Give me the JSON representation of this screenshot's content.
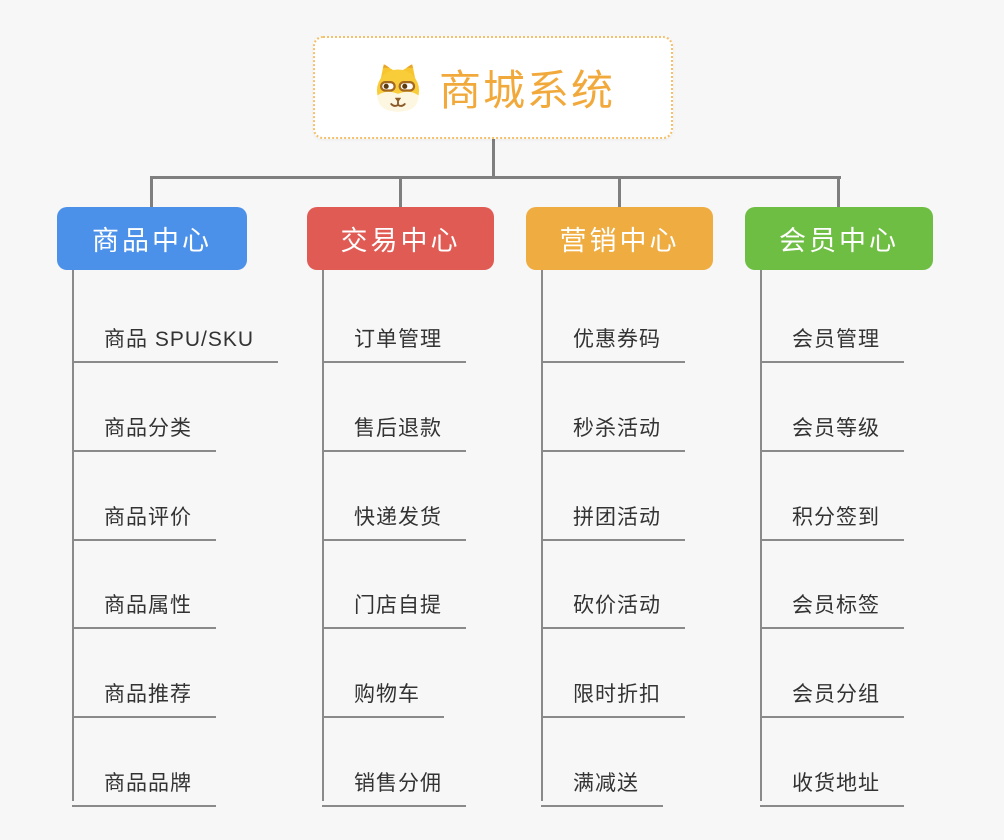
{
  "app": {
    "background_color": "#f7f7f7",
    "connector_color": "#7f7f7f",
    "leaf_line_color": "#8a8a8a",
    "leaf_text_color": "#333333"
  },
  "root": {
    "label": "商城系统",
    "icon": "shiba-dog-icon",
    "text_color": "#f2a93b",
    "border_color": "#f6c06a",
    "background": "#ffffff"
  },
  "branches": [
    {
      "label": "商品中心",
      "color": "#4b91e9",
      "children": [
        "商品 SPU/SKU",
        "商品分类",
        "商品评价",
        "商品属性",
        "商品推荐",
        "商品品牌"
      ]
    },
    {
      "label": "交易中心",
      "color": "#e15b55",
      "children": [
        "订单管理",
        "售后退款",
        "快递发货",
        "门店自提",
        "购物车",
        "销售分佣"
      ]
    },
    {
      "label": "营销中心",
      "color": "#efac41",
      "children": [
        "优惠券码",
        "秒杀活动",
        "拼团活动",
        "砍价活动",
        "限时折扣",
        "满减送"
      ]
    },
    {
      "label": "会员中心",
      "color": "#6fbe44",
      "children": [
        "会员管理",
        "会员等级",
        "积分签到",
        "会员标签",
        "会员分组",
        "收货地址"
      ]
    }
  ]
}
